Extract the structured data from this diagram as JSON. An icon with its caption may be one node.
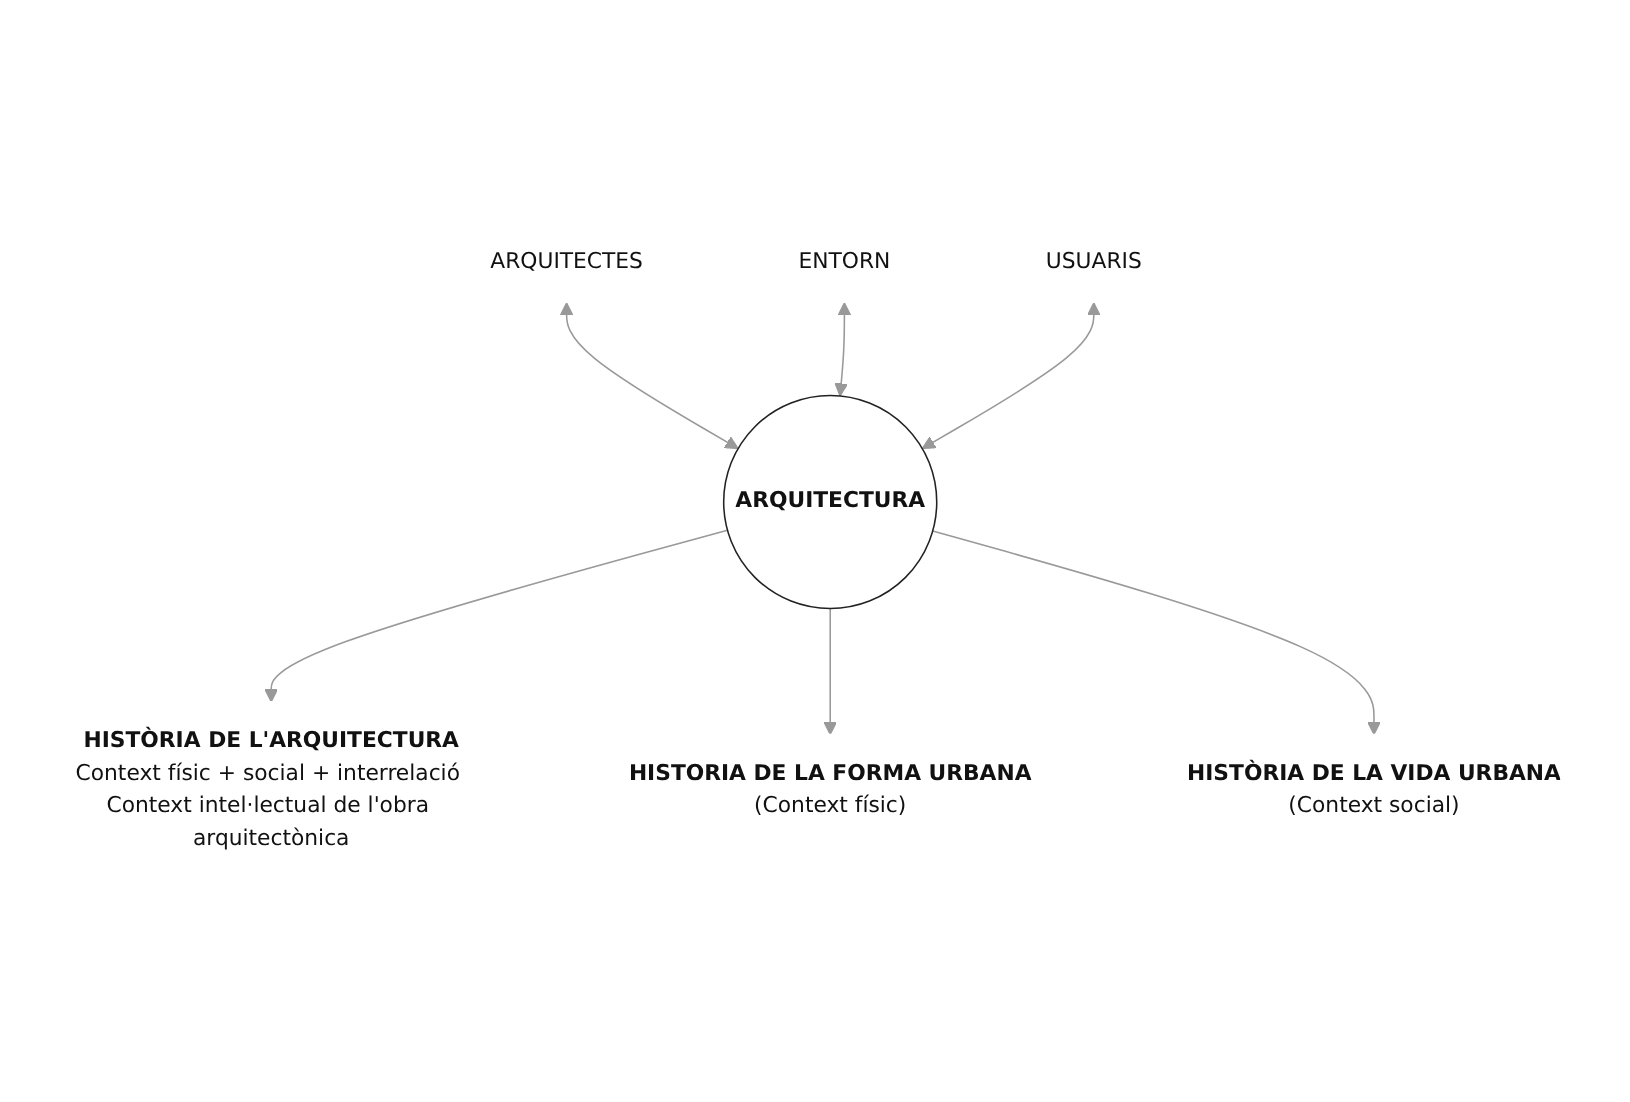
{
  "diagram": {
    "nodes": [
      {
        "text": [
          "ARQUITECTES"
        ]
      },
      {
        "text": [
          "HISTÒRIA DE L'ARQUITECTURA",
          "Context físic + social + interrelació Context intel·lectual de l'obra arquitectònica"
        ]
      },
      {
        "text": [
          "HISTORIA DE LA FORMA URBANA",
          "(Context físic)"
        ]
      },
      {
        "text": [
          "ARQUITECTURA"
        ]
      },
      {
        "text": [
          "USUARIS"
        ]
      },
      {
        "text": [
          "ENTORN"
        ]
      },
      {
        "text": [
          "HISTÒRIA DE LA VIDA URBANA",
          "(Context social)"
        ]
      }
    ],
    "edges": [
      {
        "from": 0,
        "to": 3,
        "arrow": "both"
      },
      {
        "from": 3,
        "to": 1,
        "arrow": "to"
      },
      {
        "from": 3,
        "to": 2,
        "arrow": "to"
      },
      {
        "from": 5,
        "to": 3,
        "arrow": "both"
      },
      {
        "from": 4,
        "to": 3,
        "arrow": "both"
      },
      {
        "from": 3,
        "to": 6,
        "arrow": "to"
      }
    ]
  }
}
